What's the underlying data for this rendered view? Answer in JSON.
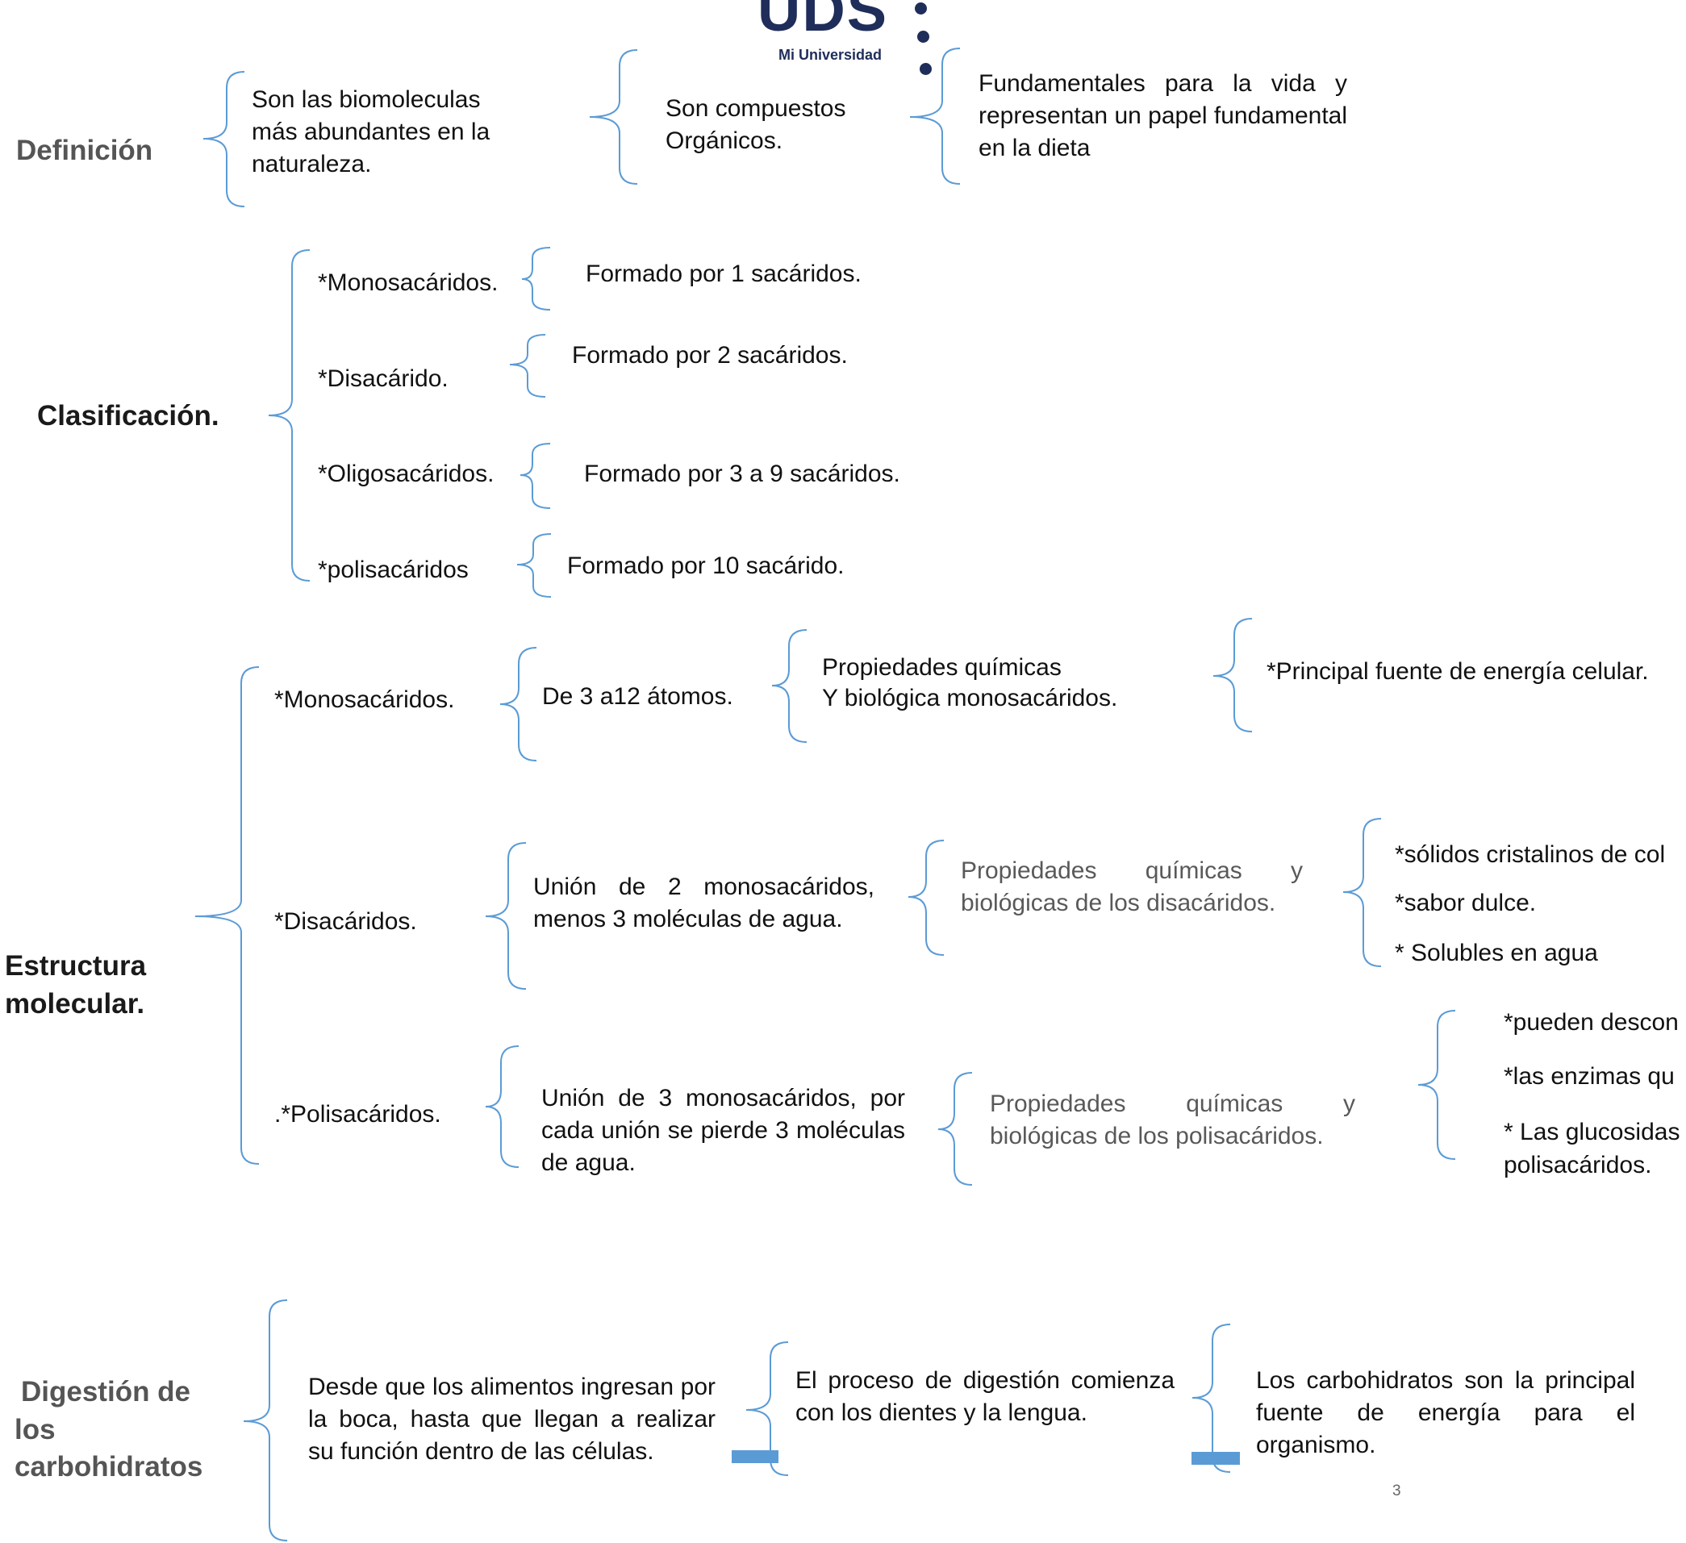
{
  "logo": {
    "text": "UDS",
    "subtitle": "Mi Universidad"
  },
  "definicion": {
    "title": "Definición",
    "items": [
      "Son las biomoleculas más abundantes en la naturaleza.",
      "Son compuestos Orgánicos.",
      "Fundamentales para la vida y representan un papel fundamental en la dieta"
    ]
  },
  "clasificacion": {
    "title": "Clasificación.",
    "rows": [
      {
        "label": "*Monosacáridos.",
        "detail": "Formado por 1 sacáridos."
      },
      {
        "label": "*Disacárido.",
        "detail": "Formado por 2 sacáridos."
      },
      {
        "label": "*Oligosacáridos.",
        "detail": "Formado por 3 a 9 sacáridos."
      },
      {
        "label": "*polisacáridos",
        "detail": "Formado por 10 sacárido."
      }
    ]
  },
  "estructura": {
    "title": "Estructura molecular.",
    "mono": {
      "label": "*Monosacáridos.",
      "detail": "De 3 a12 átomos.",
      "prop_line1": "Propiedades químicas",
      "prop_line2": "Y biológica monosacáridos.",
      "item": "*Principal fuente de energía celular."
    },
    "di": {
      "label": "*Disacáridos.",
      "detail": "Unión de 2 monosacáridos, menos 3 moléculas de agua.",
      "prop": "Propiedades químicas y biológicas de los disacáridos.",
      "items": [
        "*sólidos cristalinos de col",
        "*sabor dulce.",
        "* Solubles en agua"
      ]
    },
    "poli": {
      "label": ".*Polisacáridos.",
      "detail": "Unión de 3 monosacáridos, por cada unión se pierde 3 moléculas de agua.",
      "prop": "Propiedades químicas y biológicas de los polisacáridos.",
      "items": [
        "*pueden descon",
        "*las enzimas qu",
        "* Las glucosidas",
        "polisacáridos."
      ]
    }
  },
  "digestion": {
    "title_line1": "Digestión de",
    "title_line2": "los",
    "title_line3": "carbohidratos",
    "items": [
      "Desde que los alimentos ingresan por la boca, hasta que llegan a realizar su función dentro de las células.",
      "El proceso de digestión comienza con los dientes y la lengua.",
      "Los carbohidratos son la principal fuente de energía para el organismo."
    ]
  },
  "page_number": "3",
  "colors": {
    "brace": "#5b9bd5",
    "bar": "#5b9bd5",
    "logo": "#1f2d5a"
  },
  "icons": [
    "curly-brace",
    "connector-bar"
  ]
}
